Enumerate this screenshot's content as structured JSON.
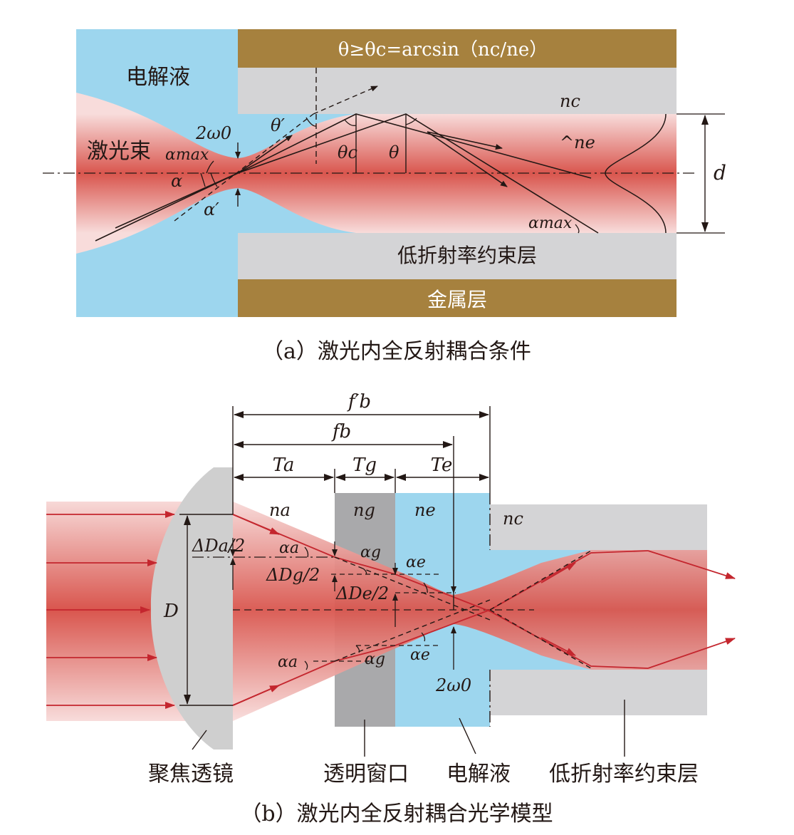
{
  "panel_a": {
    "electrolyte_label": "电解液",
    "laser_label": "激光束",
    "condition_formula": "θ≥θc=arcsin（nc/ne）",
    "metal_label": "金属层",
    "cladding_label": "低折射率约束层",
    "beam_waist": "2ω0",
    "theta_prime": "θ′",
    "theta_c": "θc",
    "theta": "θ",
    "alpha": "α",
    "alpha_max": "αmax",
    "alpha_prime": "α′",
    "n_c": "nc",
    "n_e_hat": "^ne",
    "d_label": "d",
    "caption": "（a）激光内全反射耦合条件"
  },
  "panel_b": {
    "f_b_prime": "f′b",
    "f_b": "fb",
    "T_a": "Ta",
    "T_g": "Tg",
    "T_e": "Te",
    "n_a": "na",
    "n_g": "ng",
    "n_e": "ne",
    "n_c": "nc",
    "dDa": "ΔDa/2",
    "dDg": "ΔDg/2",
    "dDe": "ΔDe/2",
    "alpha_a": "αa",
    "alpha_g": "αg",
    "alpha_e": "αe",
    "D": "D",
    "waist": "2ω0",
    "lens_label": "聚焦透镜",
    "window_label": "透明窗口",
    "electrolyte_label": "电解液",
    "cladding_label": "低折射率约束层",
    "caption": "（b）激光内全反射耦合光学模型"
  },
  "colors": {
    "electrolyte": "#9dd6ee",
    "metal": "#a6813e",
    "cladding": "#d4d4d6",
    "beam_core": "#d9564e",
    "beam_edge": "#f6cfcd",
    "lens": "#cfcfcf",
    "window": "#a9a9ab",
    "ray_red": "#c4262e"
  }
}
